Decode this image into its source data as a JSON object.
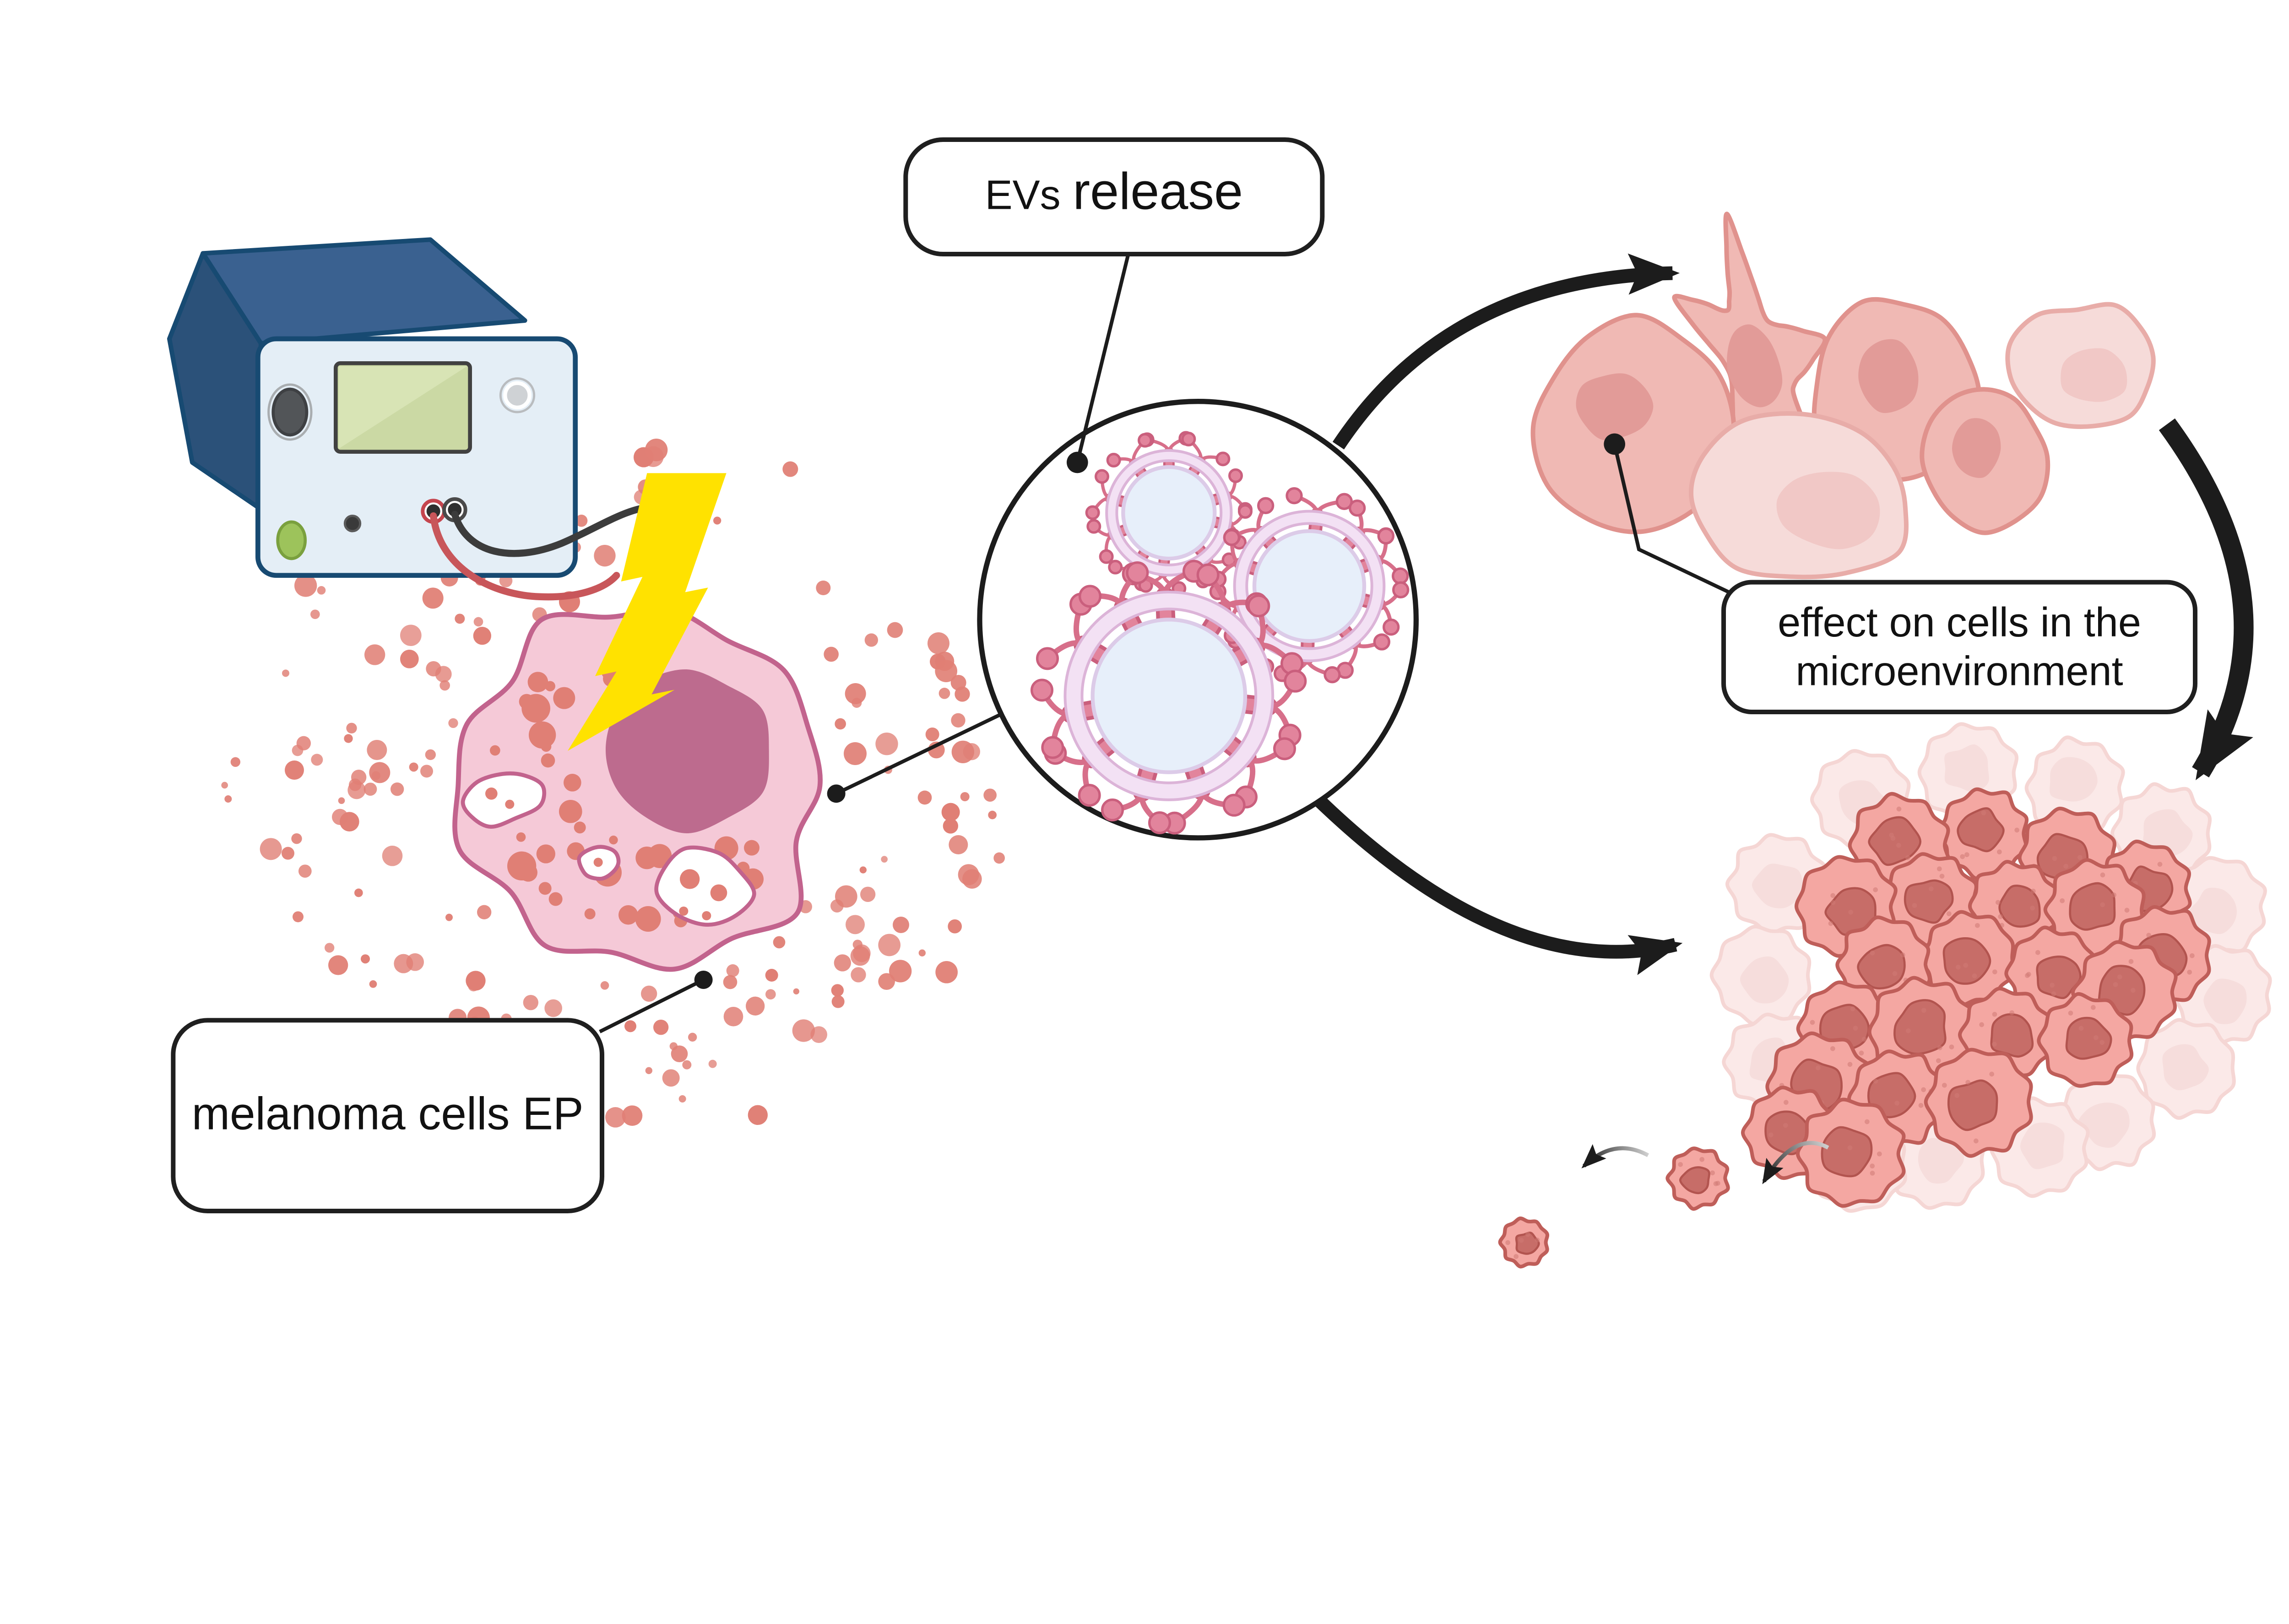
{
  "labels": {
    "evs_release": {
      "prefix": "EVs",
      "main": "release"
    },
    "effect": {
      "line1": "effect on cells in the",
      "line2": "microenvironment"
    },
    "melanoma": {
      "text": "melanoma cells EP"
    }
  },
  "colors": {
    "canvas": "#ffffff",
    "ink": "#1c1c1c",
    "bolt": "#ffe200",
    "device": {
      "top": "#3a6190",
      "side": "#2b5179",
      "front": "#e4eef6",
      "border": "#174a72",
      "screen": "#cbd9a4",
      "screen_hi": "#dae5b8",
      "screen_border": "#414141",
      "knob": "#525558",
      "button_gray": "#cfd2d5",
      "button_green": "#9dc35b",
      "button_green_edge": "#7aa03e",
      "port": "#2f2f2f",
      "port_red": "#c5454e",
      "cable_red": "#c8565a",
      "cable_black": "#3c3c3c"
    },
    "melanoma_cell": {
      "body": "#f5c9d7",
      "outline": "#c2638d",
      "nucleus": "#bd6b8e",
      "dot": "#e07f75",
      "vacuole_fill": "#ffffff"
    },
    "vesicle": {
      "lumen": "#e7effa",
      "lumen_edge": "#dccbe8",
      "band": "#f3e1f4",
      "band_edge": "#dcb4d8",
      "receptor": "#e2849c",
      "receptor_edge": "#ca5f7d"
    },
    "micro_cells": {
      "body": "#f0b9b4",
      "outline": "#e0928d",
      "nucleus": "#e29b98",
      "body_light": "#f6dbd9",
      "outline_light": "#e8aca8",
      "nucleus_light": "#f1c8c6"
    },
    "tumor": {
      "body": "#f4a7a2",
      "outline": "#bf5e59",
      "nucleus": "#c76d68",
      "nucleus_edge": "#b2544f",
      "bg_body": "#f8d8d6",
      "bg_outline": "#eeb6b2",
      "bg_nucleus": "#f0c3c0",
      "speckle": "#cf7a75"
    }
  }
}
